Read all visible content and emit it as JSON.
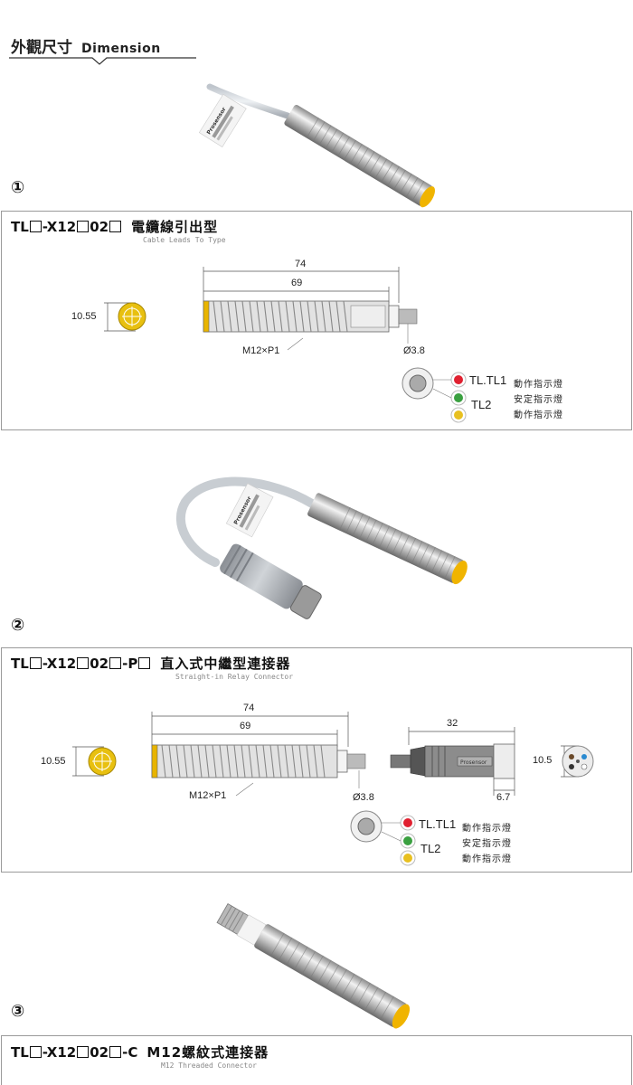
{
  "header": {
    "title_zh": "外觀尺寸",
    "title_en": "Dimension"
  },
  "colors": {
    "sensor_yellow": "#e8b400",
    "led_red": "#e02030",
    "led_green": "#3aa040",
    "led_yellow": "#e8c020",
    "border": "#9a9a9a"
  },
  "sections": [
    {
      "number": "①",
      "model_prefix": "TL",
      "model_mid1": "-X12",
      "model_mid2": "02",
      "model_suffix": "",
      "title_zh": "電纜線引出型",
      "subtitle_en": "Cable Leads To Type",
      "dims": {
        "total": "74",
        "body": "69",
        "face": "10.55",
        "thread": "M12×P1",
        "cable": "Ø3.8"
      },
      "leds": {
        "line1": "TL.TL1",
        "line2": "TL2",
        "label1": "動作指示燈",
        "label2": "安定指示燈",
        "label3": "動作指示燈"
      }
    },
    {
      "number": "②",
      "model_prefix": "TL",
      "model_mid1": "-X12",
      "model_mid2": "02",
      "model_suffix": "-P",
      "title_zh": "直入式中繼型連接器",
      "subtitle_en": "Straight-in Relay Connector",
      "dims": {
        "total": "74",
        "body": "69",
        "face": "10.55",
        "thread": "M12×P1",
        "cable": "Ø3.8",
        "connector_len": "32",
        "connector_dia": "10.5",
        "connector_tail": "6.7"
      },
      "leds": {
        "line1": "TL.TL1",
        "line2": "TL2",
        "label1": "動作指示燈",
        "label2": "安定指示燈",
        "label3": "動作指示燈"
      }
    },
    {
      "number": "③",
      "model_prefix": "TL",
      "model_mid1": "-X12",
      "model_mid2": "02",
      "model_suffix": "-C",
      "title_zh": "M12螺紋式連接器",
      "subtitle_en": "M12 Threaded Connector"
    }
  ],
  "product_label": "Prosensor"
}
